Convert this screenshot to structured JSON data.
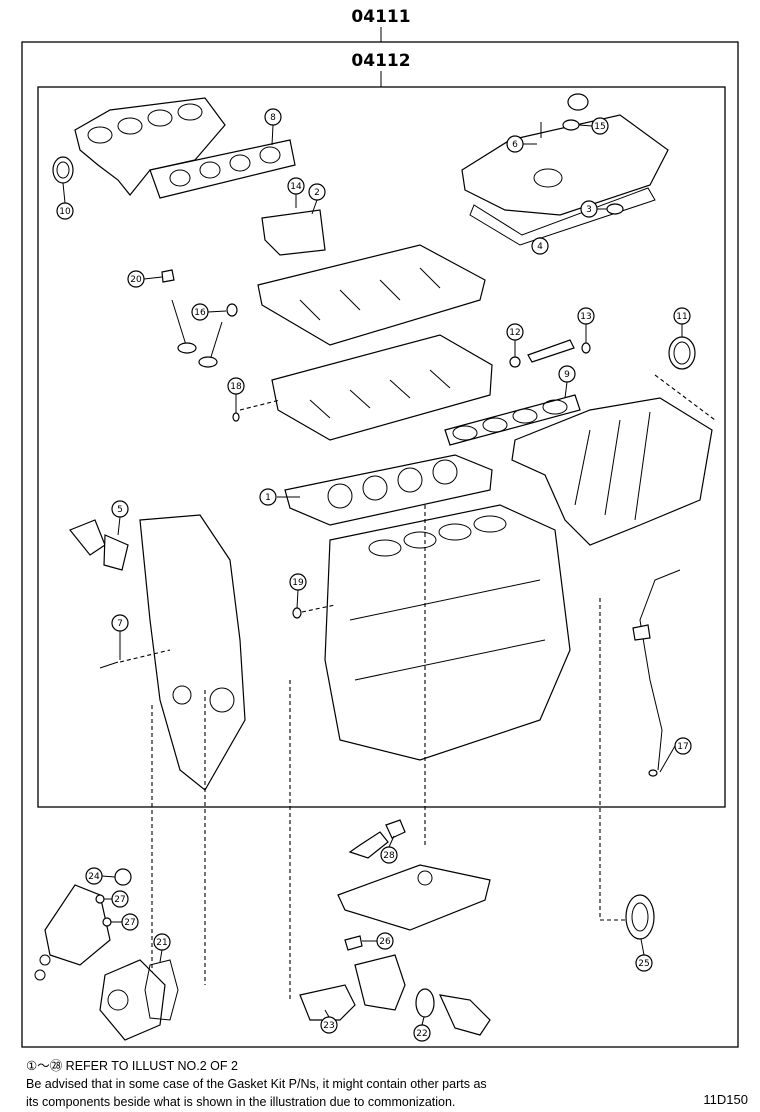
{
  "kits": {
    "outer_code": "04111",
    "inner_code": "04112"
  },
  "callouts": [
    "1",
    "2",
    "3",
    "4",
    "5",
    "6",
    "7",
    "8",
    "9",
    "10",
    "11",
    "12",
    "13",
    "14",
    "15",
    "16",
    "17",
    "18",
    "19",
    "20",
    "21",
    "22",
    "23",
    "24",
    "25",
    "26",
    "27",
    "27",
    "28"
  ],
  "notes": {
    "refer": "①～㉘ REFER TO ILLUST NO.2 OF 2",
    "advised_line1": "Be advised that in some case of the Gasket Kit P/Ns,  it might contain other parts as",
    "advised_line2": "its components beside what is shown in the illustration due to commonization."
  },
  "figure_code": "11D150"
}
